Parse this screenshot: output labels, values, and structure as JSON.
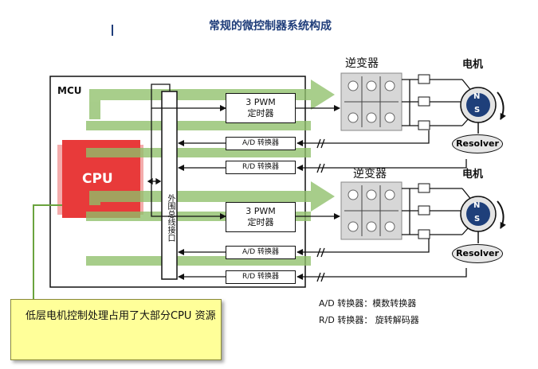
{
  "title": "常规的微控制器系统构成",
  "mcu_label": "MCU",
  "cpu_label": "CPU",
  "bus_label": "外围总线接口",
  "channels": [
    {
      "pwm_line1": "3 PWM",
      "pwm_line2": "定时器",
      "ad_label": "A/D 转换器",
      "rd_label": "R/D 转换器",
      "inverter_label": "逆变器",
      "motor_label": "电机",
      "resolver_label": "Resolver",
      "rotor_n": "N",
      "rotor_s": "S"
    },
    {
      "pwm_line1": "3 PWM",
      "pwm_line2": "定时器",
      "ad_label": "A/D 转换器",
      "rd_label": "R/D 转换器",
      "inverter_label": "逆变器",
      "motor_label": "电机",
      "resolver_label": "Resolver",
      "rotor_n": "N",
      "rotor_s": "S"
    }
  ],
  "legend": {
    "ad": "A/D  转换器：模数转换器",
    "rd": "R/D  转换器：  旋转解码器"
  },
  "note": "低层电机控制处理占用了大部分CPU 资源",
  "colors": {
    "cpu": "#e83a3a",
    "load_arrow": "#8fc06a",
    "title": "#1f3d7a",
    "note_bg": "#ffff99"
  }
}
